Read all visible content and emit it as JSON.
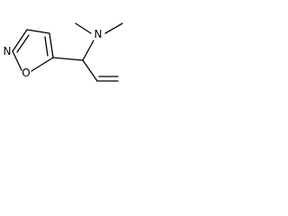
{
  "structure": {
    "atoms": {
      "amine_nitrogen": "N",
      "ring_nitrogen": "N",
      "ring_oxygen": "O"
    }
  }
}
